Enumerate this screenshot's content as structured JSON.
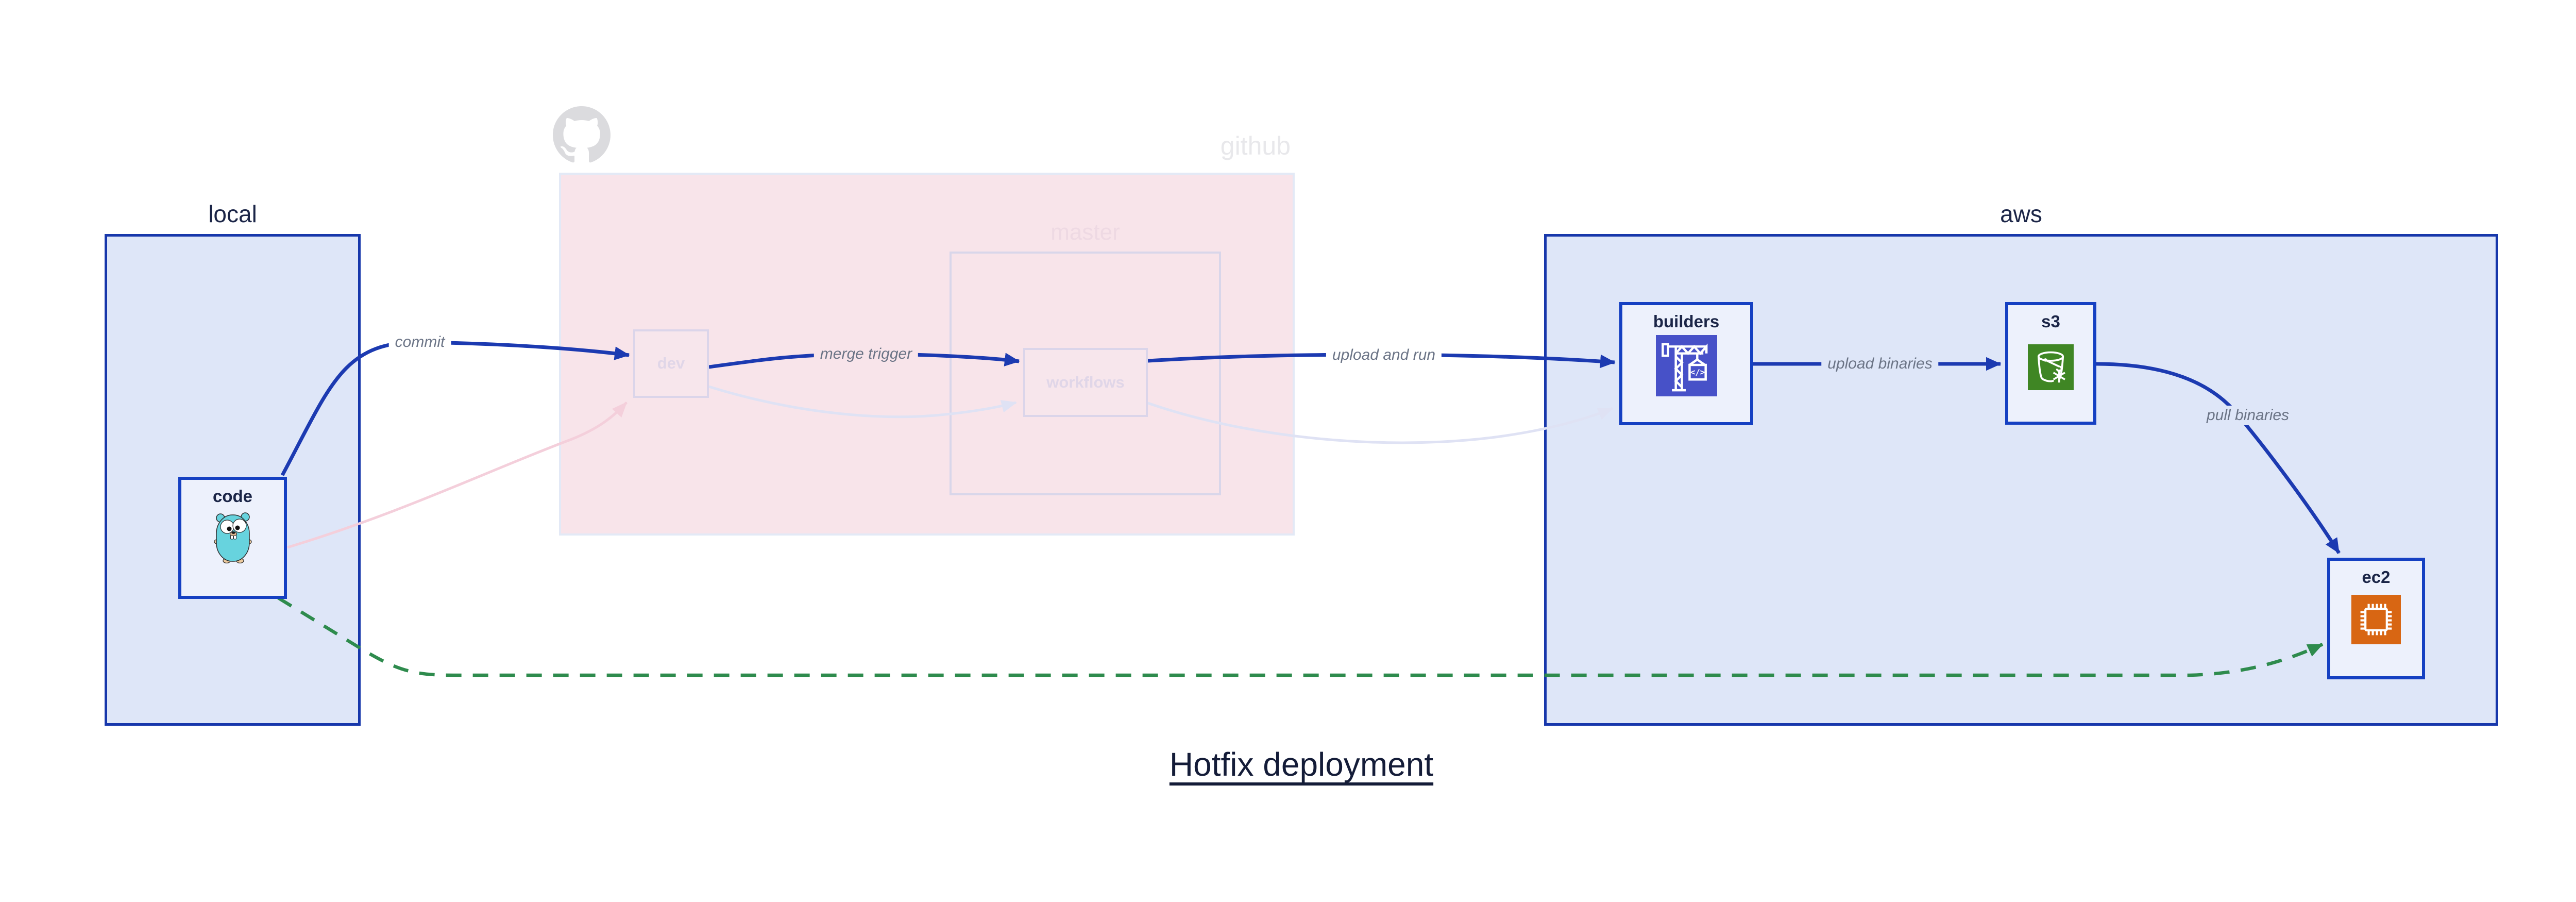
{
  "title": {
    "text": "Hotfix deployment"
  },
  "containers": {
    "local": {
      "label": "local"
    },
    "github": {
      "label": "github",
      "master": {
        "label": "master"
      }
    },
    "aws": {
      "label": "aws"
    }
  },
  "nodes": {
    "code": {
      "label": "code",
      "icon": "go-gopher-icon"
    },
    "dev": {
      "label": "dev"
    },
    "workflows": {
      "label": "workflows"
    },
    "builders": {
      "label": "builders",
      "icon": "aws-codebuild-icon"
    },
    "s3": {
      "label": "s3",
      "icon": "aws-s3-glacier-icon"
    },
    "ec2": {
      "label": "ec2",
      "icon": "aws-ec2-icon"
    }
  },
  "edges": {
    "commit": {
      "label": "commit",
      "style": "solid-blue"
    },
    "merge_trigger": {
      "label": "merge trigger",
      "style": "solid-blue"
    },
    "upload_and_run": {
      "label": "upload and run",
      "style": "solid-blue"
    },
    "upload_binaries": {
      "label": "upload binaries",
      "style": "solid-blue"
    },
    "pull_binaries": {
      "label": "pull binaries",
      "style": "solid-blue"
    },
    "hotfix_path": {
      "label": "",
      "style": "dashed-green"
    },
    "faded_code_to_dev": {
      "label": "",
      "style": "faded-pink"
    },
    "faded_dev_to_workflows": {
      "label": "",
      "style": "faded-lavender"
    },
    "faded_workflows_to_builders": {
      "label": "",
      "style": "faded-lavender"
    }
  },
  "colors": {
    "canvas": "#ffffff",
    "container_fill": "#dee6f8",
    "container_border": "#1737ab",
    "node_fill": "#edf1fc",
    "node_border": "#1540c2",
    "edge_blue": "#1c3ab1",
    "edge_green": "#2e8b4d",
    "edge_faded_pink": "#f4cfdb",
    "edge_faded_lavender": "#dfe2f4",
    "github_region_fill": "#f8e4ea",
    "github_region_border": "#e3e9f6",
    "github_logo_gray": "#dbdbde",
    "faded_box_border": "#dbd5ea",
    "faded_label": "#e0d6e8",
    "label_dark": "#1b2547",
    "edge_label_gray": "#6b7486",
    "codebuild_indigo": "#4751c8",
    "glacier_green": "#3f8624",
    "ec2_orange": "#d86613",
    "gopher_teal": "#67d3de"
  }
}
